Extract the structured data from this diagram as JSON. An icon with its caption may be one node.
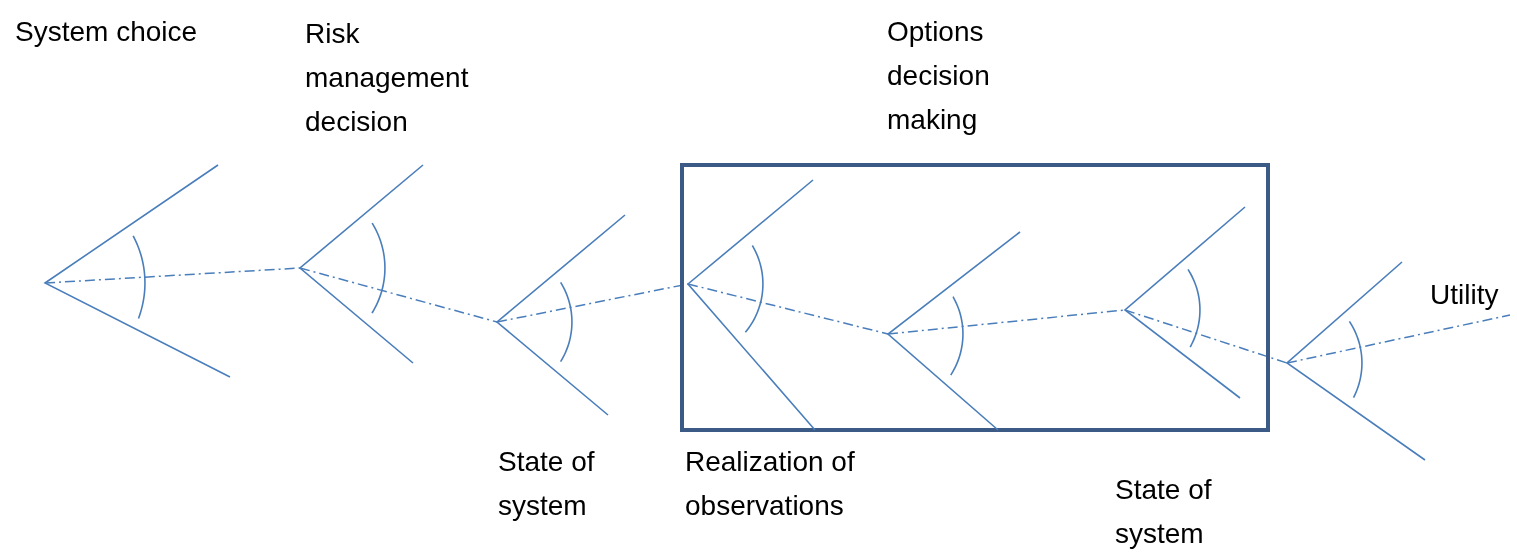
{
  "diagram": {
    "nodes": [
      {
        "text": [],
        "shape": "wedge"
      },
      {
        "text": [],
        "shape": "wedge",
        "beside": [
          "Risk management decision"
        ]
      },
      {
        "text": [],
        "shape": "wedge",
        "beside": [
          "State of system"
        ]
      },
      {
        "text": [
          "Options decision making"
        ]
      },
      {
        "text": [],
        "shape": "wedge",
        "in": 3,
        "beside": [
          "Realization of observations"
        ]
      },
      {
        "text": [],
        "shape": "wedge",
        "in": 3
      },
      {
        "text": [],
        "shape": "wedge",
        "in": 3,
        "beside": [
          "State of system"
        ]
      },
      {
        "text": [],
        "shape": "wedge"
      },
      {
        "text": [
          "Utility"
        ]
      }
    ],
    "edges": [
      {
        "from": 0,
        "to": 1,
        "arrow": "none",
        "style": "dashed"
      },
      {
        "from": 1,
        "to": 2,
        "arrow": "none",
        "style": "dashed"
      },
      {
        "from": 2,
        "to": 4,
        "arrow": "none",
        "style": "dashed"
      },
      {
        "from": 4,
        "to": 5,
        "arrow": "none",
        "style": "dashed"
      },
      {
        "from": 5,
        "to": 6,
        "arrow": "none",
        "style": "dashed"
      },
      {
        "from": 6,
        "to": 7,
        "arrow": "none",
        "style": "dashed"
      },
      {
        "from": 7,
        "to": 8,
        "arrow": "none",
        "style": "dashed"
      }
    ],
    "labels": [
      "System choice"
    ]
  }
}
